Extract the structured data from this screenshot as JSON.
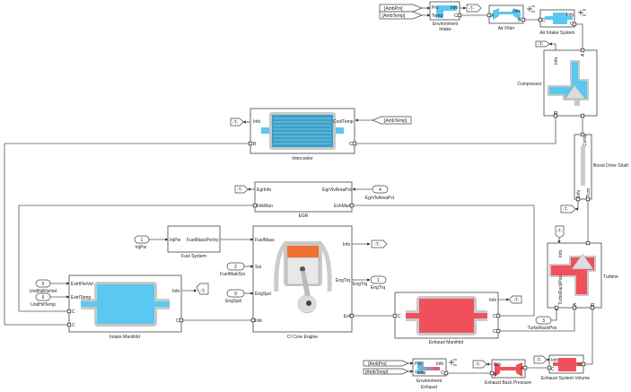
{
  "colors": {
    "intake_fluid": "#5ac8f0",
    "exhaust_fluid": "#f0505a",
    "wall": "#c8c8c8",
    "line": "#555555"
  },
  "tags": {
    "amb_prs": "[AmbPrs]",
    "amb_temp": "[AmbTemp]",
    "goto_t": "-T-"
  },
  "blocks": {
    "env_intake": {
      "name": "Environment",
      "name2": "Intake",
      "ports": [
        "Prs",
        "Temp",
        "Info",
        "C"
      ]
    },
    "air_filter": {
      "name": "Air Filter",
      "ports": [
        "A",
        "Info",
        "B"
      ]
    },
    "air_intake_system": {
      "name": "Air Intake System",
      "ports": [
        "C",
        "Info",
        "C"
      ]
    },
    "compressor": {
      "name": "Compressor",
      "ports": [
        "Info",
        "A",
        "B",
        "Shaft"
      ]
    },
    "intercooler": {
      "name": "Intercooler",
      "ports": [
        "Info",
        "CoolTemp",
        "B",
        "C"
      ]
    },
    "boost_drive_shaft": {
      "name": "Boost Drive Shaft",
      "ports": [
        "Info",
        "Turb",
        "Comp"
      ]
    },
    "egr": {
      "name": "EGR",
      "ports": [
        "EgrInfo",
        "EgrVlvAreaPct",
        "IntkMan",
        "ExhMan"
      ]
    },
    "fuel_system": {
      "name": "Fuel System",
      "ports": [
        "InjPw",
        "FuelMassPerInj"
      ]
    },
    "ci_core_engine": {
      "name": "CI Core Engine",
      "ports": [
        "FuelMass",
        "Soi",
        "EngSpd",
        "Intk",
        "Info",
        "EngTrq",
        "Exh"
      ]
    },
    "intake_manifold": {
      "name": "Intake Manifold",
      "ports": [
        "ExtrlFlwVel",
        "ExtrlTemp",
        "C",
        "C",
        "Info",
        "C"
      ]
    },
    "exhaust_manifold": {
      "name": "Exhaust Manifold",
      "ports": [
        "C",
        "Info",
        "C",
        "C"
      ]
    },
    "turbine": {
      "name": "Turbine",
      "ports": [
        "Info",
        "Shaft",
        "TurboRackPos",
        "A",
        "B"
      ]
    },
    "env_exhaust": {
      "name": "Environment",
      "name2": "Exhaust",
      "ports": [
        "Prs",
        "Temp",
        "Info",
        "C"
      ]
    },
    "exhaust_back_pressure": {
      "name": "Exhaust Back Pressure",
      "ports": [
        "Info",
        "B",
        "A"
      ]
    },
    "exhaust_system_volume": {
      "name": "Exhaust System Volume",
      "ports": [
        "Info",
        "C",
        "C"
      ]
    }
  },
  "inports": [
    {
      "num": "1",
      "label": "InjPw"
    },
    {
      "num": "2",
      "label": "FuelMainSoi"
    },
    {
      "num": "9",
      "label": "EngSpd"
    },
    {
      "num": "5",
      "label": "UndHdFlwVel"
    },
    {
      "num": "6",
      "label": "UndHdTemp"
    },
    {
      "num": "4",
      "label": "EgrVlvAreaPct"
    },
    {
      "num": "3",
      "label": "TurboRackPos"
    }
  ],
  "outports": [
    {
      "num": "1",
      "label": "EngTrq"
    }
  ],
  "signal_labels": {
    "engtrq": "EngTrq"
  }
}
